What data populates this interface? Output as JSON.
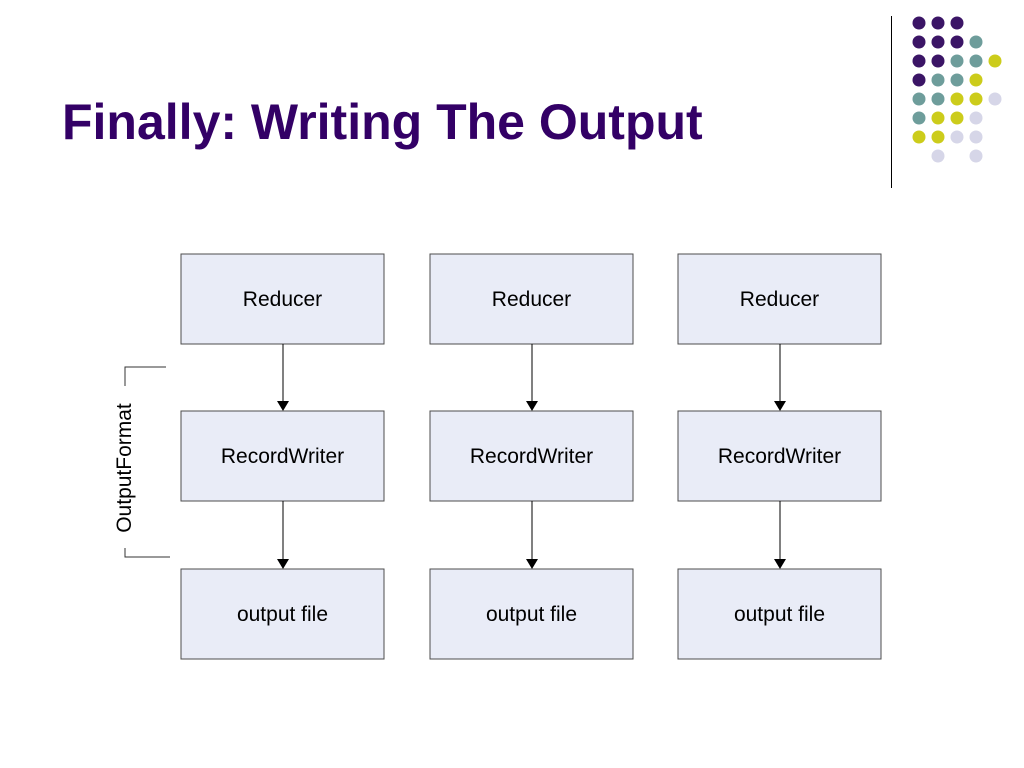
{
  "slide": {
    "title": "Finally: Writing The Output"
  },
  "diagram": {
    "columns": [
      {
        "stages": [
          "Reducer",
          "RecordWriter",
          "output file"
        ]
      },
      {
        "stages": [
          "Reducer",
          "RecordWriter",
          "output file"
        ]
      },
      {
        "stages": [
          "Reducer",
          "RecordWriter",
          "output file"
        ]
      }
    ],
    "bracket_label": "OutputFormat"
  },
  "decoration": {
    "palette": {
      "purple": "#3b1566",
      "teal": "#6e9d9b",
      "yellow": "#cccc1b",
      "lavender": "#d6d6e8"
    },
    "box_fill": "#e9ecf7",
    "box_border": "#4d4d4d"
  }
}
